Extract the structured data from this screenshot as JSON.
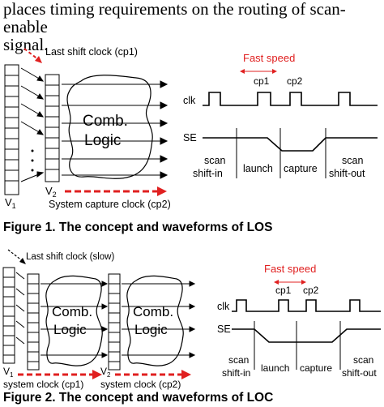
{
  "paragraph": {
    "line1": "places timing requirements on the routing of scan-enable",
    "line2": "signal."
  },
  "figure1": {
    "caption": "Figure 1. The concept and waveforms of LOS",
    "last_shift_clock": "Last shift clock (cp1)",
    "system_capture_clock": "System capture clock (cp2)",
    "logic_line1": "Comb.",
    "logic_line2": "Logic",
    "v1": "V",
    "v1_sub": "1",
    "v2": "V",
    "v2_sub": "2",
    "fast_speed": "Fast speed",
    "cp1": "cp1",
    "cp2": "cp2",
    "clk": "clk",
    "se": "SE",
    "phase_scan_shift_in_1": "scan",
    "phase_scan_shift_in_2": "shift-in",
    "phase_launch": "launch",
    "phase_capture": "capture",
    "phase_scan_shift_out_1": "scan",
    "phase_scan_shift_out_2": "shift-out"
  },
  "figure2": {
    "caption": "Figure 2. The concept and waveforms of LOC",
    "last_shift_clock": "Last shift clock (slow)",
    "logic_line1": "Comb.",
    "logic_line2": "Logic",
    "v1": "V",
    "v1_sub": "1",
    "v2": "V",
    "v2_sub": "2",
    "system_clock_cp1": "system clock (cp1)",
    "system_clock_cp2": "system clock (cp2)",
    "fast_speed": "Fast speed",
    "cp1": "cp1",
    "cp2": "cp2",
    "clk": "clk",
    "se": "SE",
    "phase_scan_shift_in_1": "scan",
    "phase_scan_shift_in_2": "shift-in",
    "phase_launch": "launch",
    "phase_capture": "capture",
    "phase_scan_shift_out_1": "scan",
    "phase_scan_shift_out_2": "shift-out"
  },
  "colors": {
    "accent_red": "#e02020",
    "ink": "#000000"
  }
}
